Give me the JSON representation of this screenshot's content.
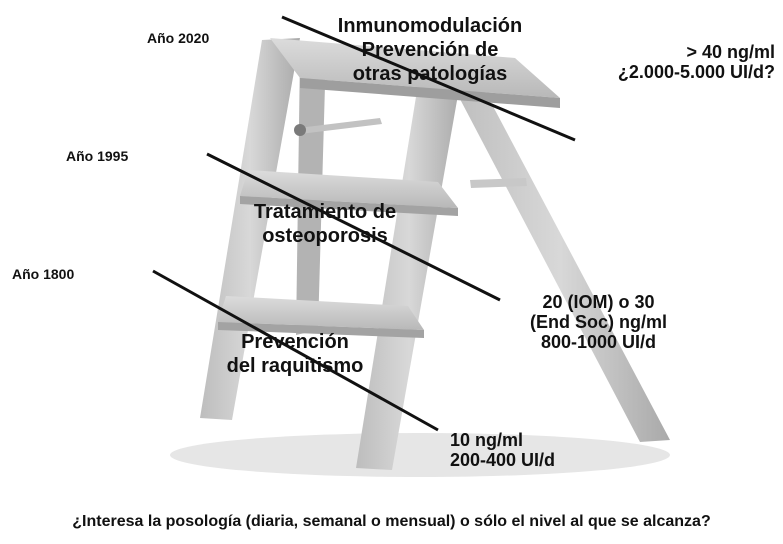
{
  "years": {
    "y2020": "Año 2020",
    "y1995": "Año 1995",
    "y1800": "Año 1800"
  },
  "steps": {
    "top": {
      "line1": "Inmunomodulación",
      "line2": "Prevención de",
      "line3": "otras patologías"
    },
    "middle": {
      "line1": "Tratamiento de",
      "line2": "osteoporosis"
    },
    "bottom": {
      "line1": "Prevención",
      "line2": "del raquitismo"
    }
  },
  "doses": {
    "top": {
      "line1": "> 40 ng/ml",
      "line2": "¿2.000-5.000 UI/d?"
    },
    "middle": {
      "line1": "20 (IOM) o 30",
      "line2": "(End Soc) ng/ml",
      "line3": "800-1000 UI/d"
    },
    "bottom": {
      "line1": "10 ng/ml",
      "line2": "200-400 UI/d"
    }
  },
  "question": "¿Interesa la posología (diaria, semanal o mensual) o sólo el nivel al que se alcanza?"
}
